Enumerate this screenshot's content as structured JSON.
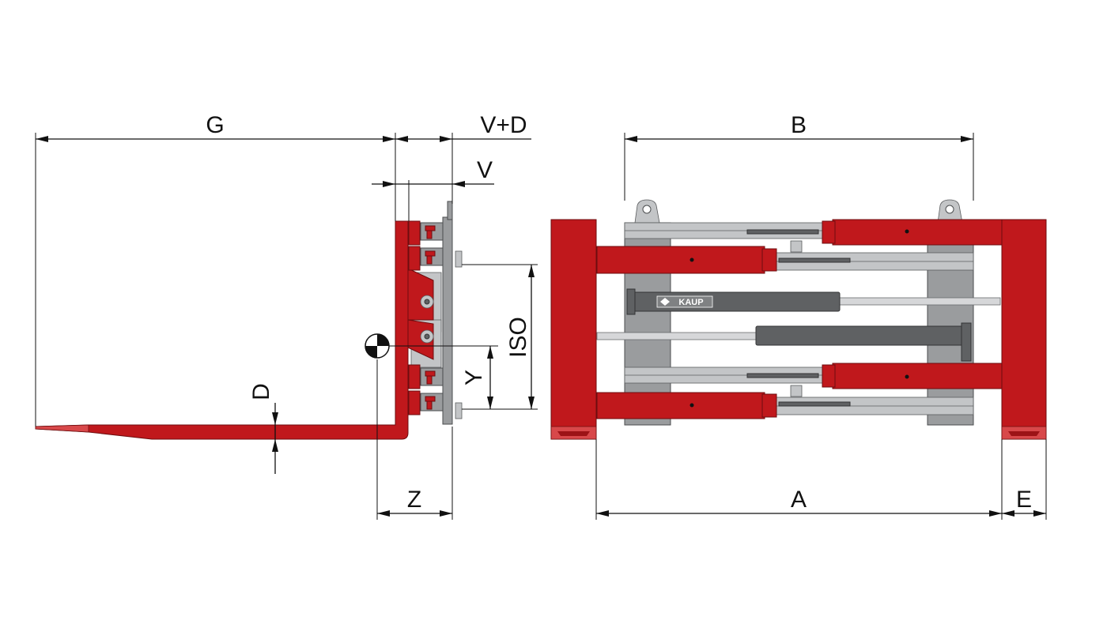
{
  "colors": {
    "attachment_red": "#c0181c",
    "frame_grey": "#9a9c9e",
    "cylinder_dark_grey": "#5f6163",
    "dimension_line": "#111111"
  },
  "dimensions": {
    "G": "G",
    "V_plus_D": "V+D",
    "V": "V",
    "ISO": "ISO",
    "Y": "Y",
    "D": "D",
    "Z": "Z",
    "B": "B",
    "A": "A",
    "E": "E"
  },
  "logo": {
    "brand": "KAUP"
  }
}
